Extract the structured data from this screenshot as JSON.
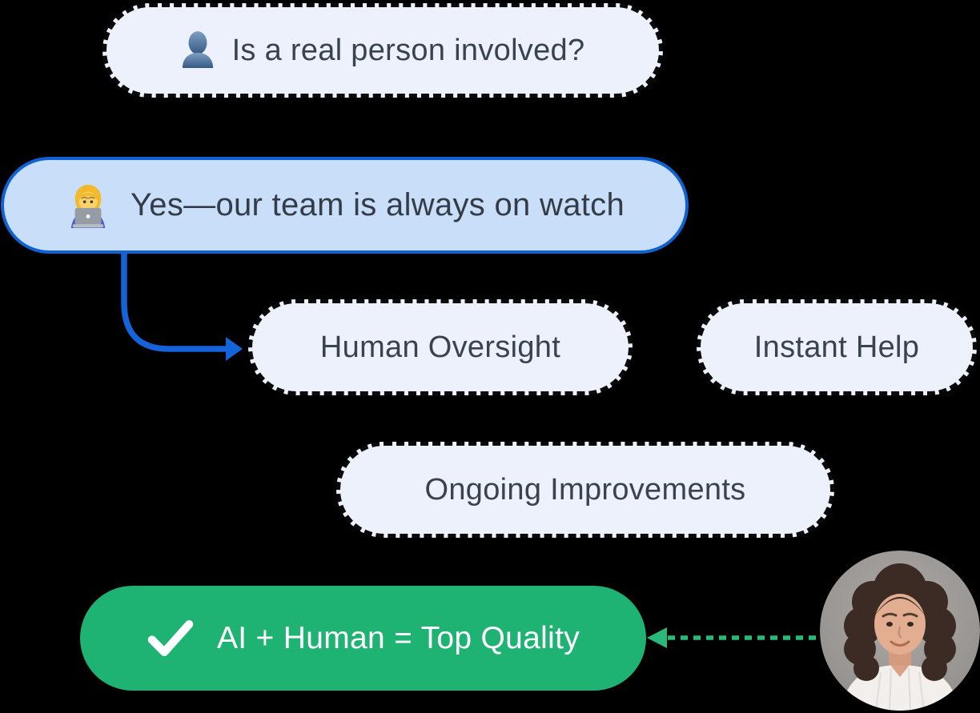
{
  "question_bubble": {
    "icon": "bust-silhouette-icon",
    "label": "Is a real person involved?"
  },
  "answer_bubble": {
    "icon": "technologist-emoji-icon",
    "label": "Yes—our team is always on watch"
  },
  "feature_tags": [
    {
      "label": "Human Oversight"
    },
    {
      "label": "Instant Help"
    },
    {
      "label": "Ongoing Improvements"
    }
  ],
  "result_bubble": {
    "icon": "check-icon",
    "label": "AI + Human = Top Quality"
  },
  "avatar": {
    "description": "woman-portrait-photo"
  },
  "colors": {
    "background": "#000000",
    "dashed_pill_fill": "#edf1fc",
    "dash_border": "#0a0a0a",
    "answer_fill": "#c9def9",
    "answer_border": "#1062d0",
    "green": "#1fb373",
    "arrow_blue": "#1463d8",
    "arrow_green": "#29ba7b",
    "text_dark": "#39434f",
    "text_light": "#ffffff"
  }
}
